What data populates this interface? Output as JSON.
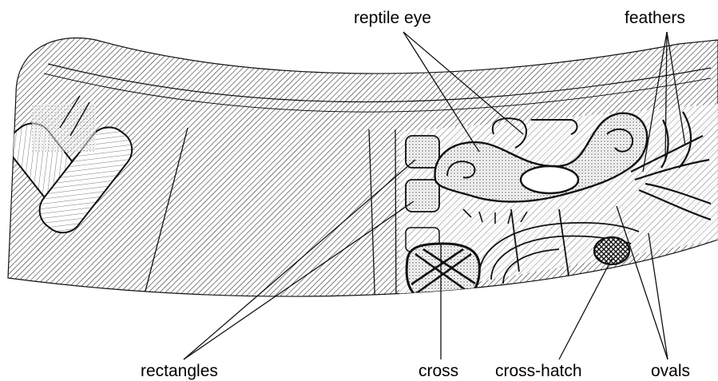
{
  "labels": {
    "reptile_eye": "reptile eye",
    "feathers": "feathers",
    "rectangles": "rectangles",
    "cross": "cross",
    "cross_hatch": "cross-hatch",
    "ovals": "ovals"
  }
}
